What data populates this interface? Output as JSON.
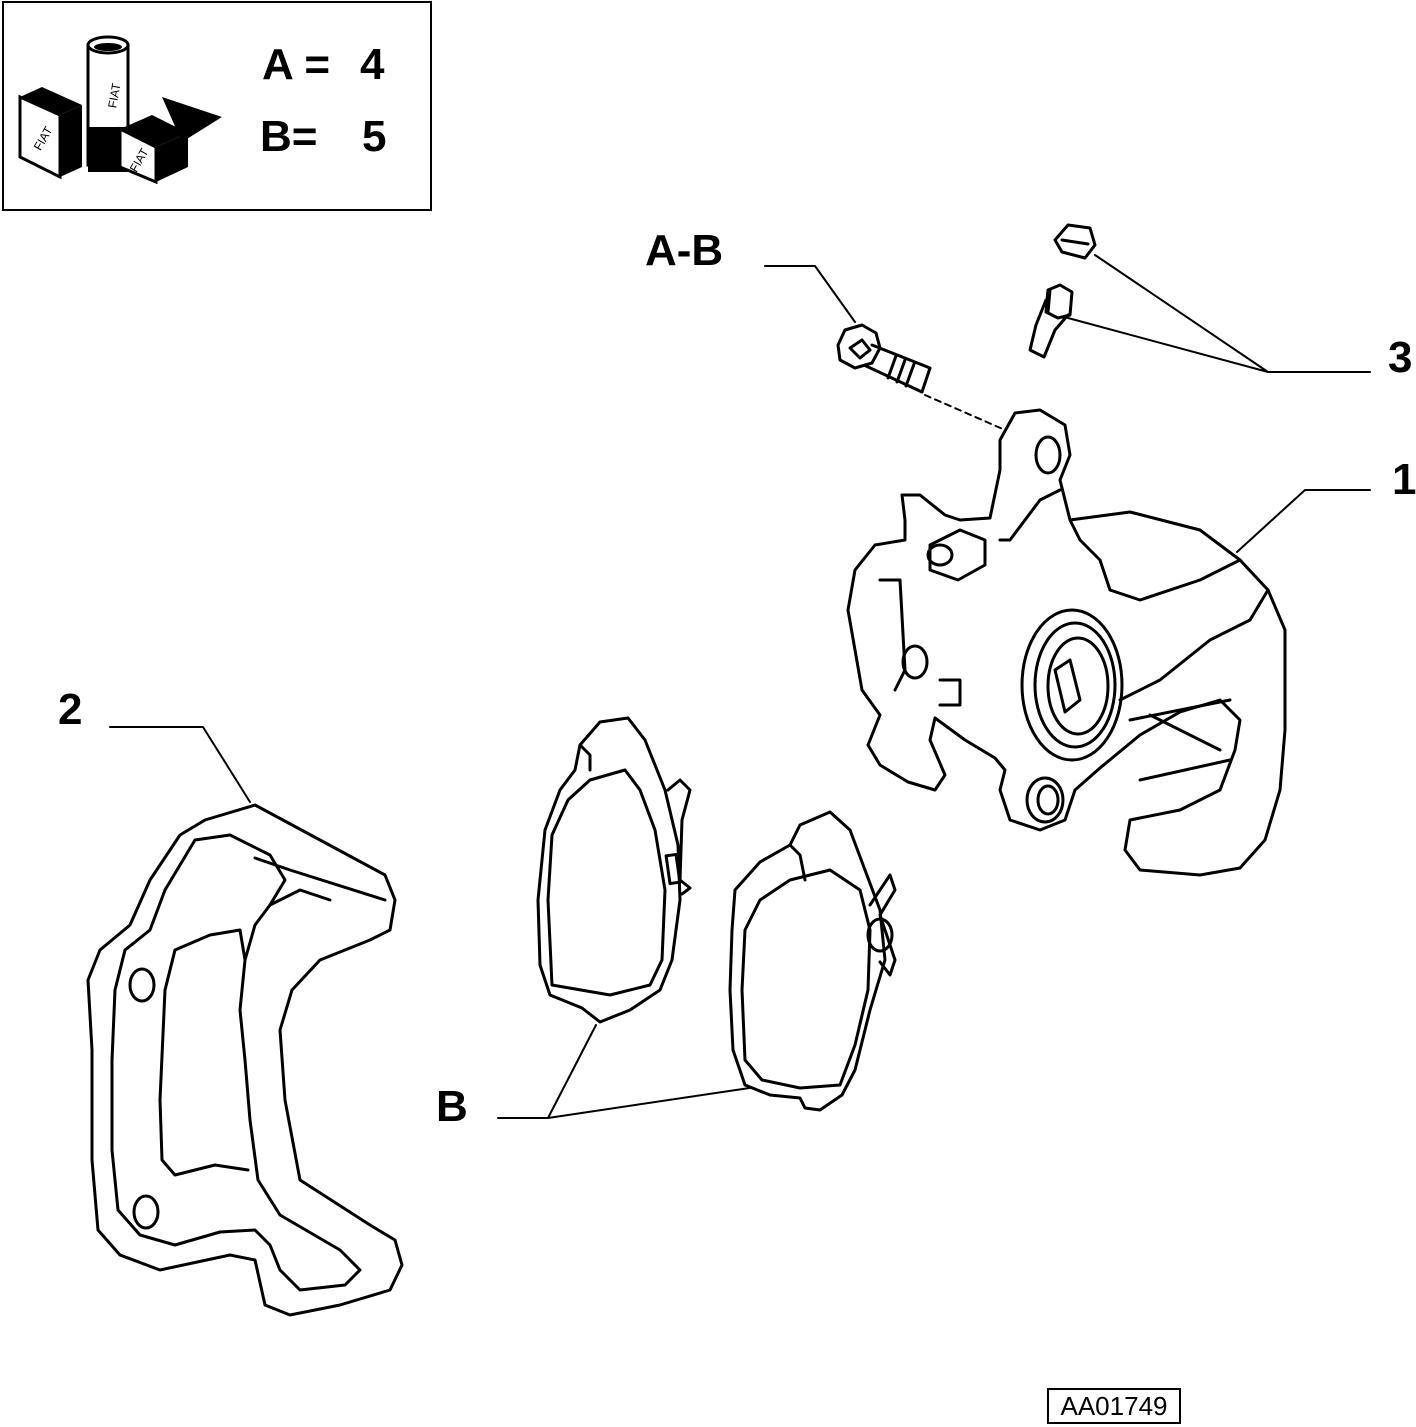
{
  "legend": {
    "rows": [
      {
        "key": "A =",
        "value": "4"
      },
      {
        "key": "B=",
        "value": "5"
      }
    ],
    "logo_text": "FIAT",
    "icon": "fiat-oil-cans-icon"
  },
  "callouts": {
    "caliper": "1",
    "carrier": "2",
    "bleed_screw": "3",
    "bolt": "A-B",
    "pads": "B"
  },
  "reference_code": "AA01749"
}
